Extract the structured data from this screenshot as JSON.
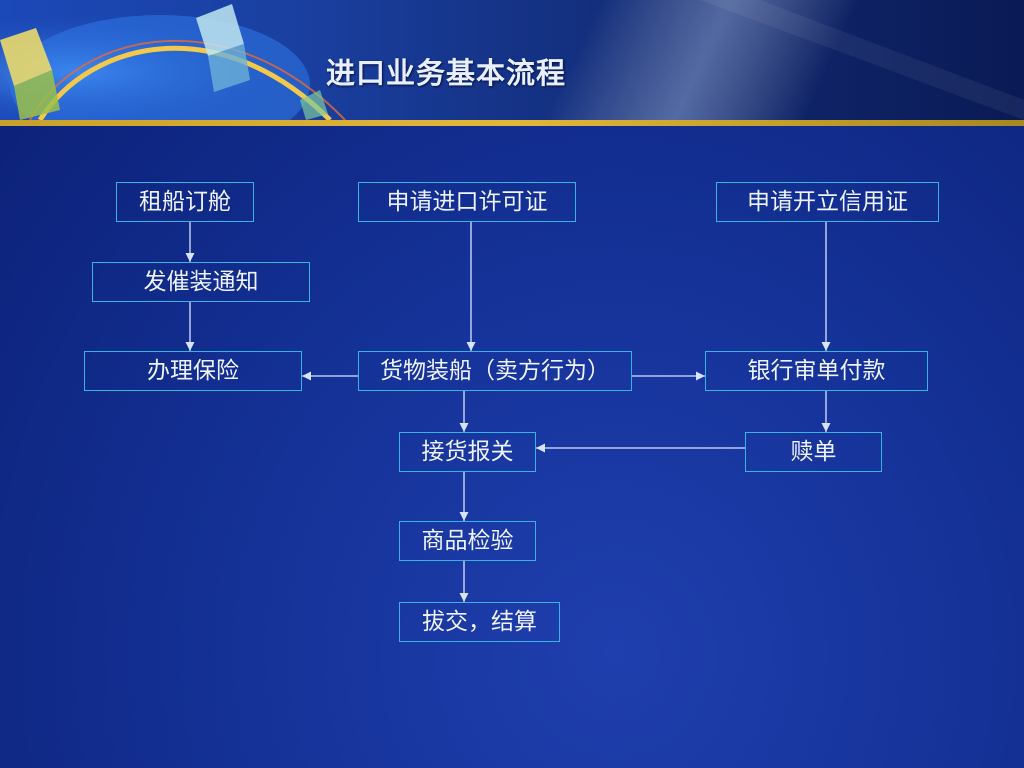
{
  "slide": {
    "title": "进口业务基本流程"
  },
  "colors": {
    "background": "#143196",
    "node_border": "#39b3e0",
    "node_text": "#eef3ff",
    "connector": "#d8e4ff",
    "banner_accent": "#e2b83a"
  },
  "flow": {
    "nodes": {
      "charter": "租船订舱",
      "notice": "发催装通知",
      "insurance": "办理保险",
      "import_license": "申请进口许可证",
      "shipment": "货物装船（卖方行为）",
      "receive_customs": "接货报关",
      "inspection": "商品检验",
      "settlement": "拔交，结算",
      "open_lc": "申请开立信用证",
      "bank_review": "银行审单付款",
      "redeem_docs": "赎单"
    },
    "edges": [
      {
        "from": "charter",
        "to": "notice"
      },
      {
        "from": "notice",
        "to": "insurance"
      },
      {
        "from": "import_license",
        "to": "shipment"
      },
      {
        "from": "shipment",
        "to": "insurance"
      },
      {
        "from": "shipment",
        "to": "bank_review"
      },
      {
        "from": "open_lc",
        "to": "bank_review"
      },
      {
        "from": "shipment",
        "to": "receive_customs"
      },
      {
        "from": "bank_review",
        "to": "redeem_docs"
      },
      {
        "from": "redeem_docs",
        "to": "receive_customs"
      },
      {
        "from": "receive_customs",
        "to": "inspection"
      },
      {
        "from": "inspection",
        "to": "settlement"
      }
    ]
  }
}
